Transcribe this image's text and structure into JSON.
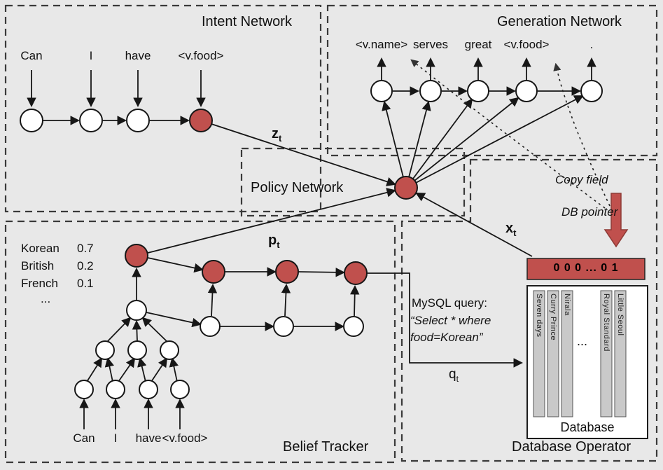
{
  "intent": {
    "title": "Intent Network",
    "words": [
      "Can",
      "I",
      "have",
      "<v.food>"
    ]
  },
  "generation": {
    "title": "Generation Network",
    "words": [
      "<v.name>",
      "serves",
      "great",
      "<v.food>",
      "."
    ]
  },
  "policy": {
    "title": "Policy Network"
  },
  "belief": {
    "title": "Belief Tracker",
    "distribution": [
      {
        "name": "Korean",
        "prob": "0.7"
      },
      {
        "name": "British",
        "prob": "0.2"
      },
      {
        "name": "French",
        "prob": "0.1"
      }
    ],
    "ellipsis": "...",
    "words": [
      "Can",
      "I",
      "have",
      "<v.food>"
    ]
  },
  "database": {
    "title": "Database Operator",
    "copy_field": "Copy field",
    "db_pointer": "DB pointer",
    "pointer_vector": "0  0  0   ...   0  1",
    "query_heading": "MySQL query:",
    "query_line1": "“Select * where",
    "query_line2": "food=Korean”",
    "columns_left": [
      "Seven days",
      "Curry Prince",
      "Nirala"
    ],
    "columns_ellipsis": "...",
    "columns_right": [
      "Royal Standard",
      "Little Seoul"
    ],
    "db_label": "Database"
  },
  "math": {
    "z": {
      "base": "z",
      "sub": "t"
    },
    "p": {
      "base": "p",
      "sub": "t"
    },
    "x": {
      "base": "x",
      "sub": "t"
    },
    "q": {
      "base": "q",
      "sub": "t"
    }
  },
  "colors": {
    "node_red": "#c0504d",
    "node_white": "#ffffff",
    "background": "#e8e8e8",
    "line": "#161616"
  }
}
